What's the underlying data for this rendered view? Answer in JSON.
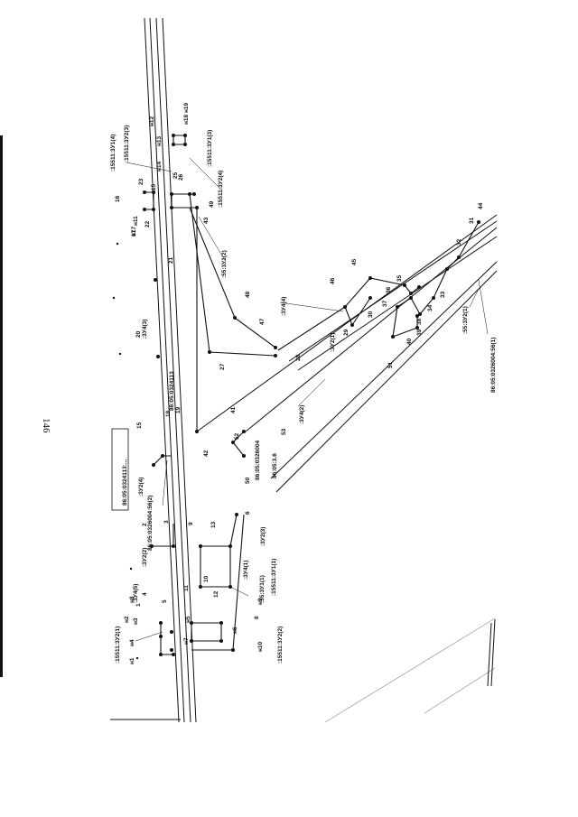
{
  "page_number": "146",
  "cadastral_labels": [
    ":15511:3У2(1)",
    ":15511:3У2(2)",
    ":15511:3У2(3)",
    ":15511:3У1(1)",
    ":15511:3У1(3)",
    ":15511:3У1(4)",
    ":15511:3У2(4)",
    ":55:3У1(1)",
    ":55:3У1(2)",
    ":55:3У2(1)",
    ":3У4(1)",
    ":3У4(2)",
    ":3У4(3)",
    ":3У4(4)",
    ":3У4(5)",
    ":3У2(1)",
    ":3У2(2)",
    ":3У2(3)",
    ":3У2(4)",
    "86:05:0326004",
    "86:05:0326004:56(1)",
    "86:05:0324113",
    "86:05:0326004:56(2)",
    "86:05:0324113:...",
    "86:05:3.6"
  ],
  "point_labels": [
    "н1",
    "н2",
    "н3",
    "н4",
    "н5",
    "н6",
    "н7",
    "н8",
    "н9",
    "н10",
    "н11",
    "н12",
    "н13",
    "н14",
    "н15",
    "н17",
    "н18",
    "н19",
    "1",
    "2",
    "3",
    "4",
    "5",
    "6",
    "8",
    "9",
    "10",
    "11",
    "12",
    "13",
    "15",
    "16",
    "17",
    "18",
    "19",
    "20",
    "21",
    "22",
    "23",
    "25",
    "26",
    "27",
    "28",
    "29",
    "30",
    "31",
    "32",
    "33",
    "34",
    "35",
    "36",
    "37",
    "38",
    "39",
    "40",
    "41",
    "42",
    "43",
    "44",
    "45",
    "46",
    "47",
    "48",
    "49",
    "50",
    "51",
    "52",
    "53"
  ]
}
